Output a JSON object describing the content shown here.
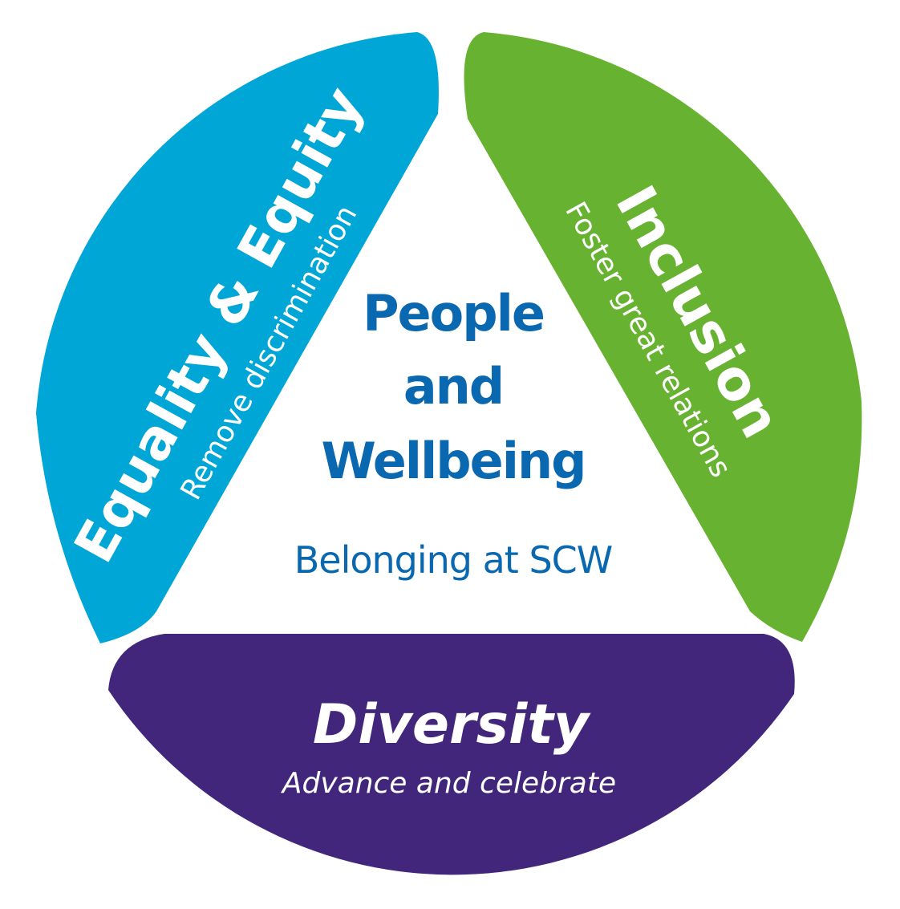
{
  "center": {
    "title_lines": [
      "People",
      "and",
      "Wellbeing"
    ],
    "subtitle": "Belonging at SCW",
    "color": "#0a68b0"
  },
  "segments": {
    "equality": {
      "title": "Equality & Equity",
      "subtitle": "Remove discrimination",
      "color": "#00a6d6"
    },
    "inclusion": {
      "title": "Inclusion",
      "subtitle": "Foster great relations",
      "color": "#67b331"
    },
    "diversity": {
      "title": "Diversity",
      "subtitle": "Advance and celebrate",
      "color": "#41267b"
    }
  },
  "text_color": "#ffffff"
}
